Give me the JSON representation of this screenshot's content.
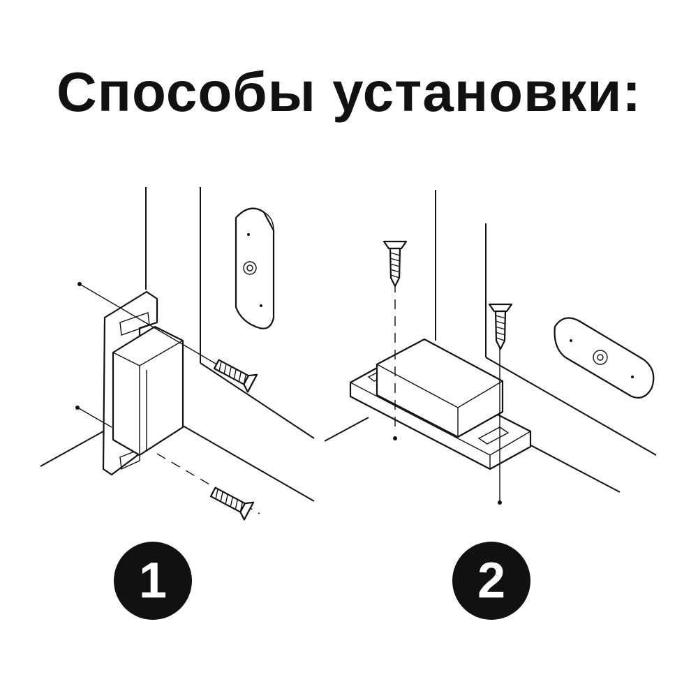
{
  "title": "Способы установки:",
  "methods": [
    {
      "number": "1"
    },
    {
      "number": "2"
    }
  ],
  "colors": {
    "ink": "#111111",
    "background": "#ffffff",
    "badge_text": "#ffffff"
  },
  "icons": [
    "screw-icon",
    "magnetic-catch-icon",
    "strike-plate-icon"
  ]
}
